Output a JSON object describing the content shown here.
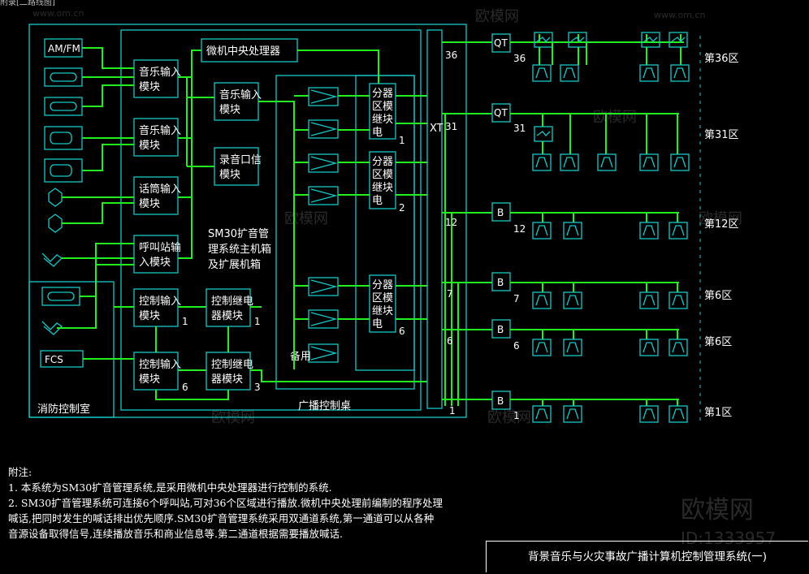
{
  "top_fragment": "附录[二路线图]",
  "watermark": {
    "brand": "欧模网",
    "url": "www.om.cn",
    "id_label": "ID:1333957"
  },
  "rooms": {
    "fire_control": "消防控制室",
    "broadcast_desk": "广播控制桌"
  },
  "sources": {
    "tuner": "AM/FM",
    "fcs": "FCS"
  },
  "modules": {
    "music_in_1": [
      "音乐输入",
      "模块"
    ],
    "music_in_2": [
      "音乐输入",
      "模块"
    ],
    "mic_in": [
      "话筒输入",
      "模块"
    ],
    "call_in": [
      "呼叫站输",
      "入模块"
    ],
    "ctrl_in_1": [
      "控制输入",
      "模块"
    ],
    "ctrl_in_6": [
      "控制输入",
      "模块"
    ],
    "cpu": "微机中央处理器",
    "music_in_c": [
      "音乐输入",
      "模块"
    ],
    "record": [
      "录音口信",
      "模块"
    ],
    "relay_1": [
      "控制继电",
      "器模块"
    ],
    "relay_3": [
      "控制继电",
      "器模块"
    ],
    "splitter": [
      "分器",
      "区模",
      "继块",
      "电"
    ]
  },
  "module_numbers": {
    "ctrl_in_1": "1",
    "ctrl_in_6": "6",
    "relay_1": "1",
    "relay_3": "3",
    "split_1": "1",
    "split_2": "2",
    "split_6": "6"
  },
  "host_label": [
    "SM30扩音管",
    "理系统主机箱",
    "及扩展机箱"
  ],
  "spare": "备用",
  "xt": "XT",
  "bus_numbers": [
    "36",
    "31",
    "12",
    "7",
    "6",
    "1"
  ],
  "zone_devices": {
    "qt": "QT",
    "b": "B"
  },
  "zones": [
    "第36区",
    "第31区",
    "第12区",
    "第6区",
    "第6区",
    "第1区"
  ],
  "notes": {
    "heading": "附注:",
    "items": [
      "1.  本系统为SM30扩音管理系统,是采用微机中央处理器进行控制的系统.",
      "2.  SM30扩音管理系统可连接6个呼叫站,可对36个区域进行播放.微机中央处理前编制的程序处理",
      "     喊话,把同时发生的喊话排出优先顺序.SM30扩音管理系统采用双通道系统,第一通道可以从各种",
      "     音源设备取得信号,连续播放音乐和商业信息等.第二通道根据需要播放喊话."
    ]
  },
  "title": "背景音乐与火灾事故广播计算机控制管理系统(一)",
  "colors": {
    "frame": "#17c8c8",
    "wire": "#22ee22",
    "text": "#ffffff",
    "background": "#000000"
  }
}
